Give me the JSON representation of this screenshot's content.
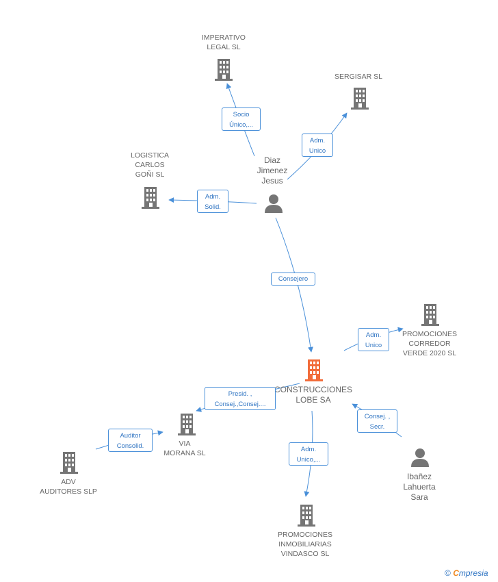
{
  "nodes": {
    "imperativo": "IMPERATIVO\nLEGAL SL",
    "sergisar": "SERGISAR SL",
    "logistica": "LOGISTICA\nCARLOS\nGOÑI SL",
    "diaz": "Diaz\nJimenez\nJesus",
    "promo_corredor": "PROMOCIONES\nCORREDOR\nVERDE 2020 SL",
    "construcciones": "CONSTRUCCIONES\nLOBE SA",
    "via_morana": "VIA\nMORANA SL",
    "adv": "ADV\nAUDITORES SLP",
    "ibanez": "Ibañez\nLahuerta\nSara",
    "promo_vindasco": "PROMOCIONES\nINMOBILIARIAS\nVINDASCO SL"
  },
  "edges": {
    "socio_unico": "Socio\nÚnico,...",
    "adm_unico_sergisar": "Adm.\nUnico",
    "adm_solid": "Adm.\nSolid.",
    "consejero": "Consejero",
    "adm_unico_corredor": "Adm.\nUnico",
    "presid": "Presid. ,\nConsej.,Consej....",
    "consej_secr": "Consej. ,\nSecr.",
    "auditor": "Auditor\nConsolid.",
    "adm_unico_vindasco": "Adm.\nUnico,..."
  },
  "watermark": {
    "copyright": "©",
    "e": "C",
    "rest": "mpresia"
  },
  "colors": {
    "edge": "#4a90d9",
    "building": "#757575",
    "focus_building": "#f26c3a",
    "person": "#757575"
  }
}
